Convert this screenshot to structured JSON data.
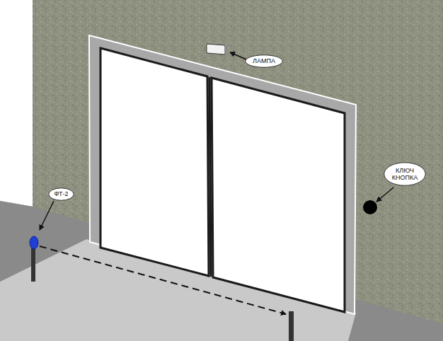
{
  "diagram": {
    "nodes": [
      {
        "text": [
          "ЛАМПА"
        ]
      },
      {
        "text": [
          "КЛЮЧ КНОПКА"
        ]
      },
      {
        "text": [
          "ФТ-2"
        ]
      }
    ]
  }
}
